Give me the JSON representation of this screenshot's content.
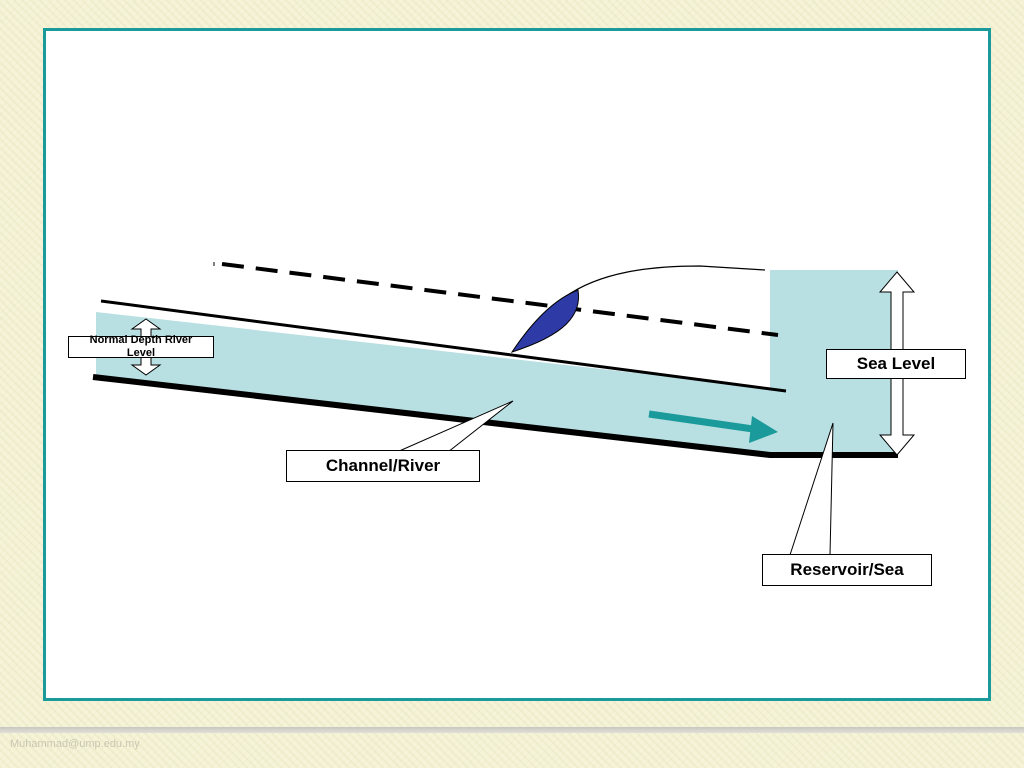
{
  "labels": {
    "normal_depth": "Normal Depth River Level",
    "sea_level": "Sea Level",
    "channel_river": "Channel/River",
    "reservoir_sea": "Reservoir/Sea"
  },
  "footer": {
    "email": "Muhammad@ump.edu.my"
  },
  "colors": {
    "frame_border": "#1a9a9a",
    "water": "#b8dfe2",
    "flow_arrow": "#1a9a9a",
    "hydraulic_jump": "#2e3aa6",
    "background": "#f6f4d8"
  }
}
